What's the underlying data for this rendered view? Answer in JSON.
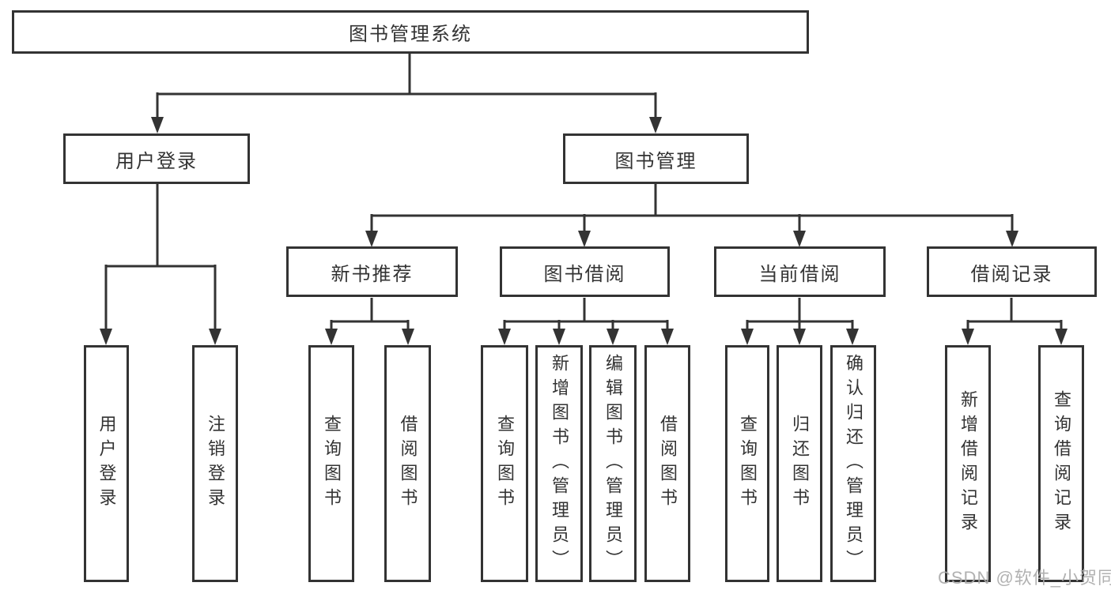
{
  "diagram": {
    "root": {
      "label": "图书管理系统"
    },
    "branches": [
      {
        "label": "用户登录",
        "children": [
          {
            "label": "用户登录"
          },
          {
            "label": "注销登录"
          }
        ]
      },
      {
        "label": "图书管理",
        "children": [
          {
            "label": "新书推荐",
            "children": [
              {
                "label": "查询图书"
              },
              {
                "label": "借阅图书"
              }
            ]
          },
          {
            "label": "图书借阅",
            "children": [
              {
                "label": "查询图书"
              },
              {
                "label": "新增图书（管理员）"
              },
              {
                "label": "编辑图书（管理员）"
              },
              {
                "label": "借阅图书"
              }
            ]
          },
          {
            "label": "当前借阅",
            "children": [
              {
                "label": "查询图书"
              },
              {
                "label": "归还图书"
              },
              {
                "label": "确认归还（管理员）"
              }
            ]
          },
          {
            "label": "借阅记录",
            "children": [
              {
                "label": "新增借阅记录"
              },
              {
                "label": "查询借阅记录"
              }
            ]
          }
        ]
      }
    ],
    "watermark": "CSDN @软件_小贺同学",
    "colors": {
      "line": "#333333",
      "text": "#333333",
      "box_background": "#ffffff",
      "watermark": "#ababab",
      "background": "#ffffff"
    }
  }
}
